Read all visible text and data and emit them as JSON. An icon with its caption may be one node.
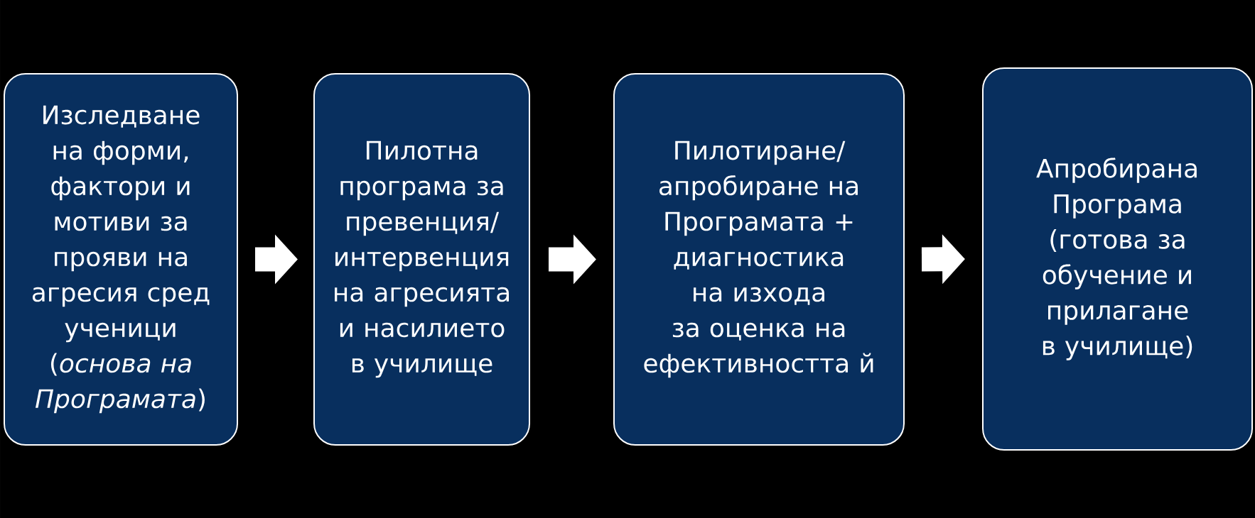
{
  "diagram": {
    "nodes": [
      {
        "text": [
          "Изследване на форми, фактори и мотиви за прояви на агресия сред ученици (*основа на Програмата*)"
        ]
      },
      {
        "text": [
          "Пилотна програма за превенция/ интервенция на агресията и насилието в училище"
        ]
      },
      {
        "text": [
          "Пилотиране/ апробиране на Програмата + диагностика на изхода за оценка на ефективността й"
        ]
      },
      {
        "text": [
          "Апробирана Програма (готова за обучение и прилагане в училище)"
        ]
      }
    ],
    "edges": [
      {
        "from": 0,
        "to": 1,
        "arrow": "to"
      },
      {
        "from": 1,
        "to": 2,
        "arrow": "to"
      },
      {
        "from": 2,
        "to": 3,
        "arrow": "to"
      }
    ]
  }
}
